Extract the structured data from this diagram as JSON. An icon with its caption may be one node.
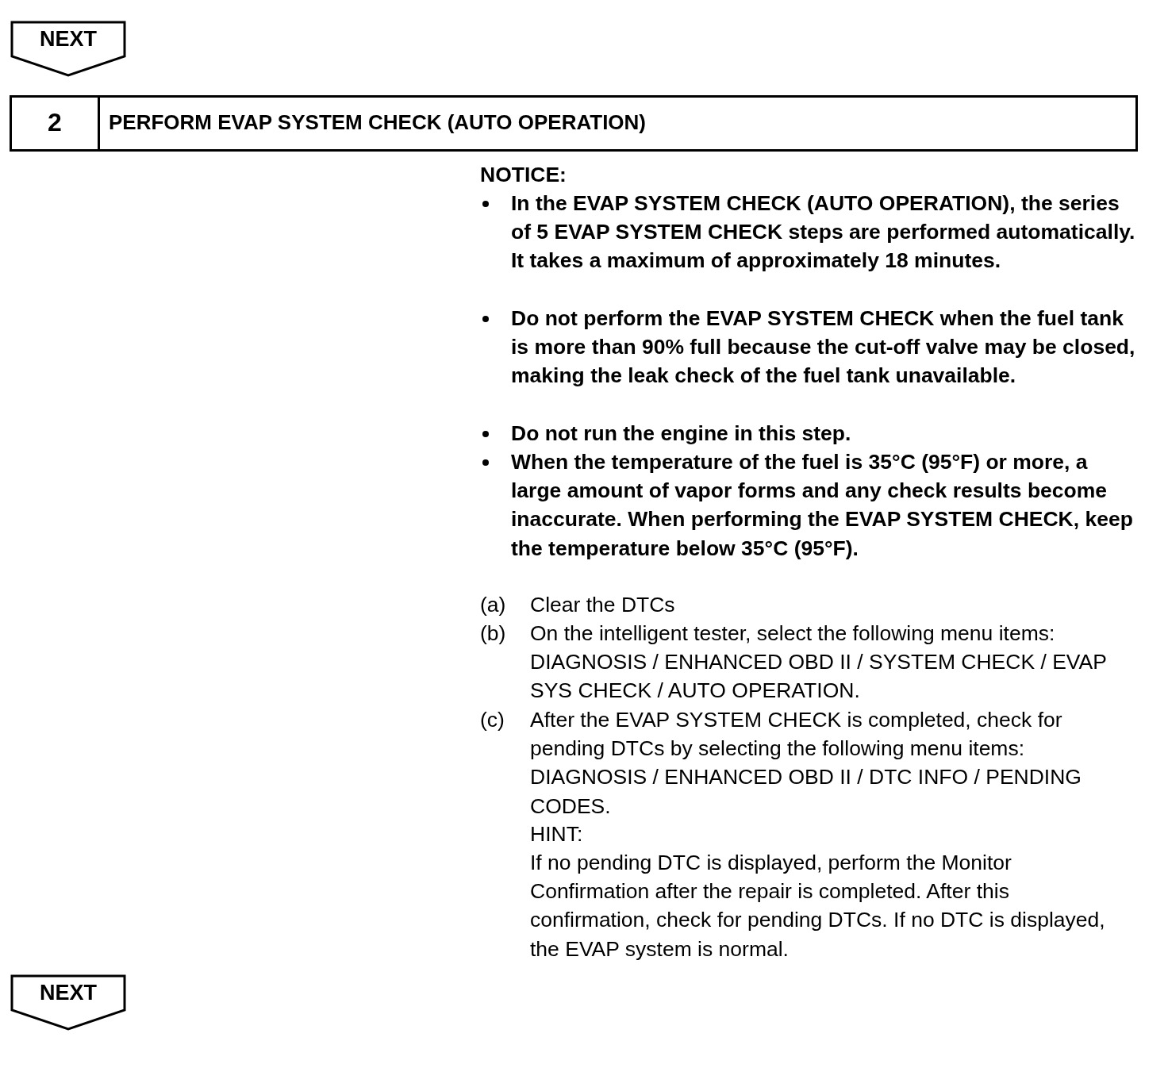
{
  "diagram": {
    "nodes": [
      {
        "text": [
          "NEXT"
        ]
      },
      {
        "text": [
          "2",
          "PERFORM EVAP SYSTEM CHECK (AUTO OPERATION)"
        ]
      },
      {
        "text": [
          "NEXT"
        ]
      }
    ],
    "labels": [
      "NOTICE:",
      "In the EVAP SYSTEM CHECK (AUTO OPERATION), the series of 5 EVAP SYSTEM CHECK steps are performed automatically. It takes a maximum of approximately 18 minutes.",
      "Do not perform the EVAP SYSTEM CHECK when the fuel tank is more than 90% full because the cut-off valve may be closed, making the leak check of the fuel tank unavailable.",
      "Do not run the engine in this step.",
      "When the temperature of the fuel is 35°C (95°F) or more, a large amount of vapor forms and any check results become inaccurate. When performing the EVAP SYSTEM CHECK, keep the temperature below 35°C (95°F).",
      "(a)",
      "Clear the DTCs",
      "(b)",
      "On the intelligent tester, select the following menu items: DIAGNOSIS / ENHANCED OBD II / SYSTEM CHECK / EVAP SYS CHECK / AUTO OPERATION.",
      "(c)",
      "After the EVAP SYSTEM CHECK is completed, check for pending DTCs by selecting the following menu items: DIAGNOSIS / ENHANCED OBD II / DTC INFO / PENDING CODES.",
      "HINT:",
      "If no pending DTC is displayed, perform the Monitor Confirmation after the repair is completed. After this confirmation, check for pending DTCs. If no DTC is displayed, the EVAP system is normal."
    ]
  }
}
